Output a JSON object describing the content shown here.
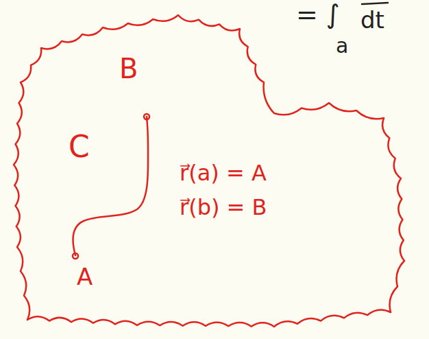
{
  "diagram": {
    "labels": [
      "= ∫",
      "dt",
      "a",
      "B",
      "C",
      "A",
      "r⃗(a) = A",
      "r⃗(b) = B"
    ]
  }
}
